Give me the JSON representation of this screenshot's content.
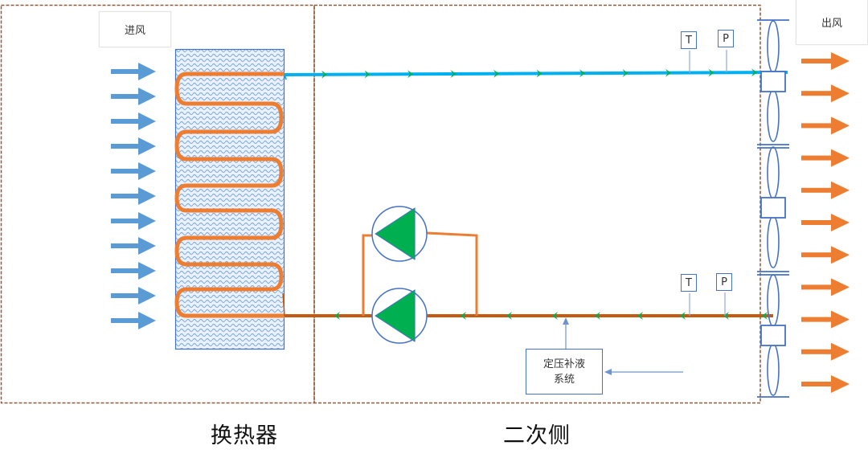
{
  "labels": {
    "air_in": "进风",
    "air_out": "出风",
    "heat_exchanger": "换热器",
    "secondary_side": "二次侧",
    "makeup_system_line1": "定压补液",
    "makeup_system_line2": "系统"
  },
  "sensors": {
    "supply": [
      {
        "label": "T"
      },
      {
        "label": "P"
      }
    ],
    "return": [
      {
        "label": "T"
      },
      {
        "label": "P"
      }
    ]
  },
  "components": {
    "inlet_air_arrows": 11,
    "outlet_air_arrows": 11,
    "coil_passes": 10,
    "pumps": 2,
    "fans": 3,
    "supply_flow_chevrons": 11,
    "return_flow_chevrons": 9
  },
  "colors": {
    "air_in": "#5b9bd5",
    "air_out": "#ed7d31",
    "coil": "#ed7d31",
    "supply_pipe": "#00b0f0",
    "return_pipe": "#c55a11",
    "bypass_pipe": "#ed7d31",
    "flow_chevron": "#00b050",
    "pump_fill": "#00b050",
    "outline": "#4472c4",
    "boundary": "#8b5a3c"
  }
}
